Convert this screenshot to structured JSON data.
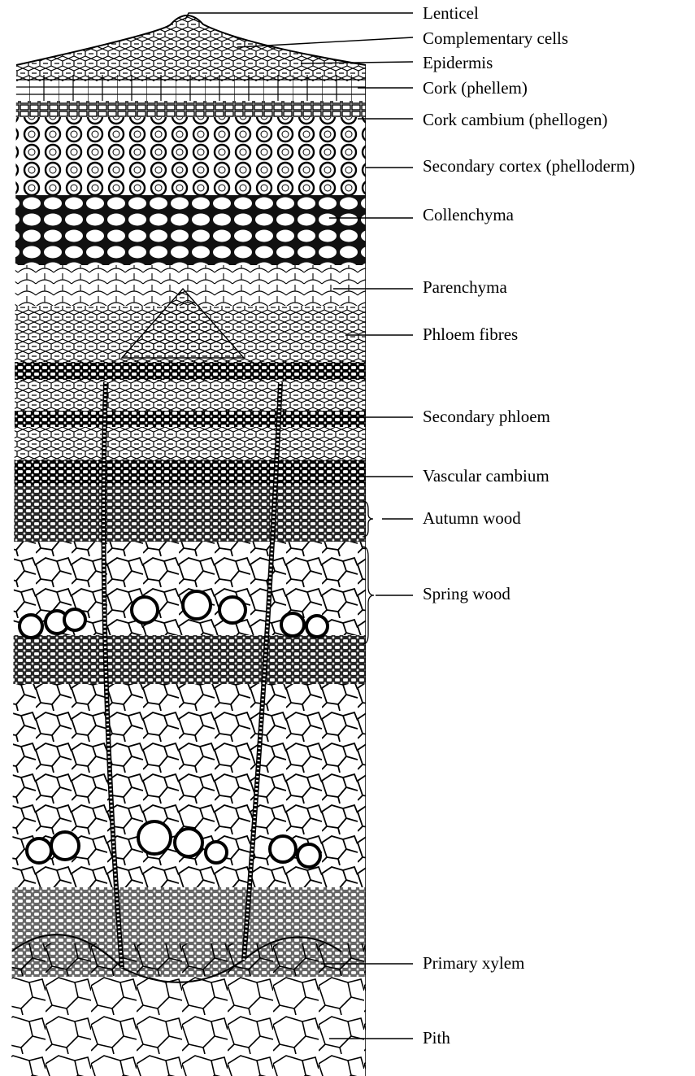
{
  "labels": {
    "lenticel": "Lenticel",
    "complementary_cells": "Complementary cells",
    "epidermis": "Epidermis",
    "cork": "Cork (phellem)",
    "cork_cambium": "Cork cambium (phellogen)",
    "secondary_cortex": "Secondary cortex (phelloderm)",
    "collenchyma": "Collenchyma",
    "parenchyma": "Parenchyma",
    "phloem_fibres": "Phloem fibres",
    "secondary_phloem": "Secondary phloem",
    "vascular_cambium": "Vascular cambium",
    "autumn_wood": "Autumn wood",
    "spring_wood": "Spring wood",
    "primary_xylem": "Primary xylem",
    "pith": "Pith"
  }
}
